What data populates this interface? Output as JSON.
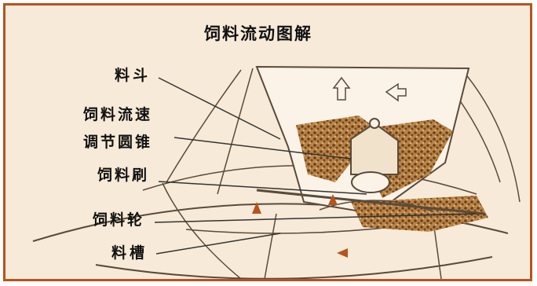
{
  "diagram": {
    "title": "饲料流动图解",
    "labels": {
      "hopper": "料斗",
      "cone_line1": "饲料流速",
      "cone_line2": "调节圆锥",
      "brush": "饲料刷",
      "wheel": "饲料轮",
      "trough": "料槽"
    },
    "colors": {
      "frame": "#b5541f",
      "background": "#f7ead8",
      "line": "#5b4a3a",
      "feed": "#8a5a2a",
      "ink": "#111111"
    }
  }
}
